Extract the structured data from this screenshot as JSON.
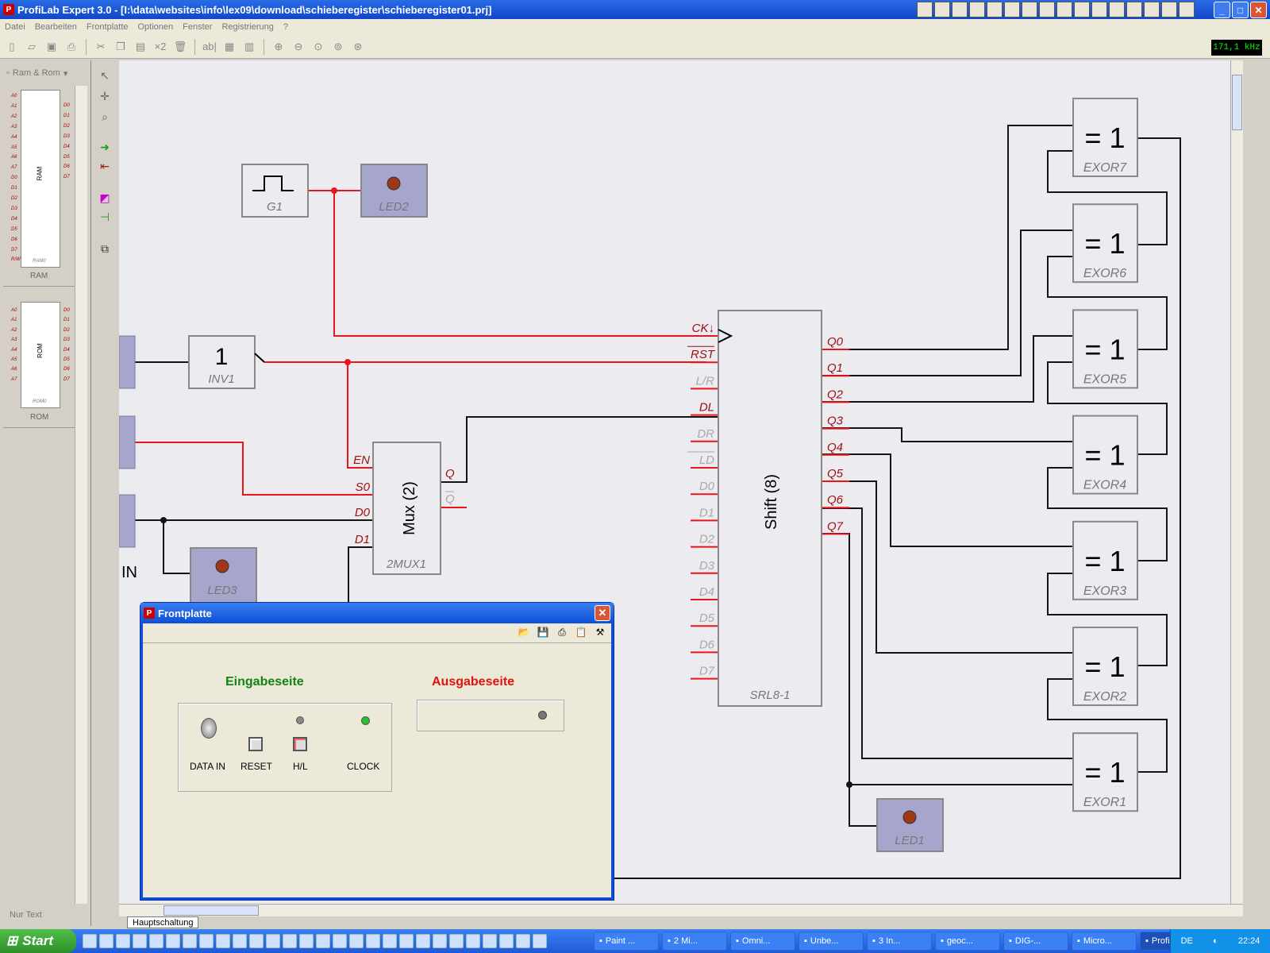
{
  "window": {
    "title": "ProfiLab Expert 3.0 - [I:\\data\\websites\\info\\lex09\\download\\schieberegister\\schieberegister01.prj]",
    "minimize": "_",
    "maximize": "□",
    "close": "✕"
  },
  "menu": [
    "Datei",
    "Bearbeiten",
    "Frontplatte",
    "Optionen",
    "Fenster",
    "Registrierung",
    "?"
  ],
  "toolbar": {
    "frequency": "171,1 kHz",
    "x2": "×2",
    "text_tool": "ab|"
  },
  "library": {
    "category": "Ram & Rom",
    "ram": {
      "label": "RAM",
      "chip_name": "RAM",
      "subtitle": "RAM0",
      "pins_left": [
        "A0",
        "A1",
        "A2",
        "A3",
        "A4",
        "A5",
        "A6",
        "A7",
        "D0",
        "D1",
        "D2",
        "D3",
        "D4",
        "D5",
        "D6",
        "D7",
        "R/W"
      ],
      "pins_right": [
        "D0",
        "D1",
        "D2",
        "D3",
        "D4",
        "D5",
        "D6",
        "D7"
      ]
    },
    "rom": {
      "label": "ROM",
      "chip_name": "ROM",
      "subtitle": "ROM0",
      "pins_left": [
        "A0",
        "A1",
        "A2",
        "A3",
        "A4",
        "A5",
        "A6",
        "A7"
      ],
      "pins_right": [
        "D0",
        "D1",
        "D2",
        "D3",
        "D4",
        "D5",
        "D6",
        "D7"
      ]
    },
    "footer": "Nur Text"
  },
  "schematic": {
    "g1": "G1",
    "led2": "LED2",
    "led3": "LED3",
    "led1": "LED1",
    "in_label": "IN",
    "inv": {
      "symbol": "1",
      "name": "INV1"
    },
    "mux": {
      "title": "Mux (2)",
      "name": "2MUX1",
      "pins": [
        "EN",
        "S0",
        "D0",
        "D1"
      ],
      "out_q": "Q",
      "out_qn": "Q"
    },
    "shift": {
      "title": "Shift (8)",
      "name": "SRL8-1",
      "inputs": [
        "CK↓",
        "RST",
        "L/R",
        "DL",
        "DR",
        "LD",
        "D0",
        "D1",
        "D2",
        "D3",
        "D4",
        "D5",
        "D6",
        "D7"
      ],
      "outputs": [
        "Q0",
        "Q1",
        "Q2",
        "Q3",
        "Q4",
        "Q5",
        "Q6",
        "Q7"
      ]
    },
    "exor_symbol": "= 1",
    "exors": [
      "EXOR7",
      "EXOR6",
      "EXOR5",
      "EXOR4",
      "EXOR3",
      "EXOR2",
      "EXOR1"
    ]
  },
  "tab": "Hauptschaltung",
  "frontpanel": {
    "title": "Frontplatte",
    "input_heading": "Eingabeseite",
    "output_heading": "Ausgabeseite",
    "controls": [
      "DATA IN",
      "RESET",
      "H/L",
      "CLOCK"
    ]
  },
  "taskbar": {
    "start": "Start",
    "tasks": [
      "Paint ...",
      "2 Mi...",
      "Omni...",
      "Unbe...",
      "3 In...",
      "geoc...",
      "DIG-...",
      "Micro...",
      "ProfiL..."
    ],
    "lang": "DE",
    "clock": "22:24"
  },
  "colors": {
    "wire_red": "#e8161b",
    "wire_black": "#141414",
    "label_red": "#a01010",
    "frontplate_green": "#118411",
    "frontplate_red": "#e0120f"
  }
}
